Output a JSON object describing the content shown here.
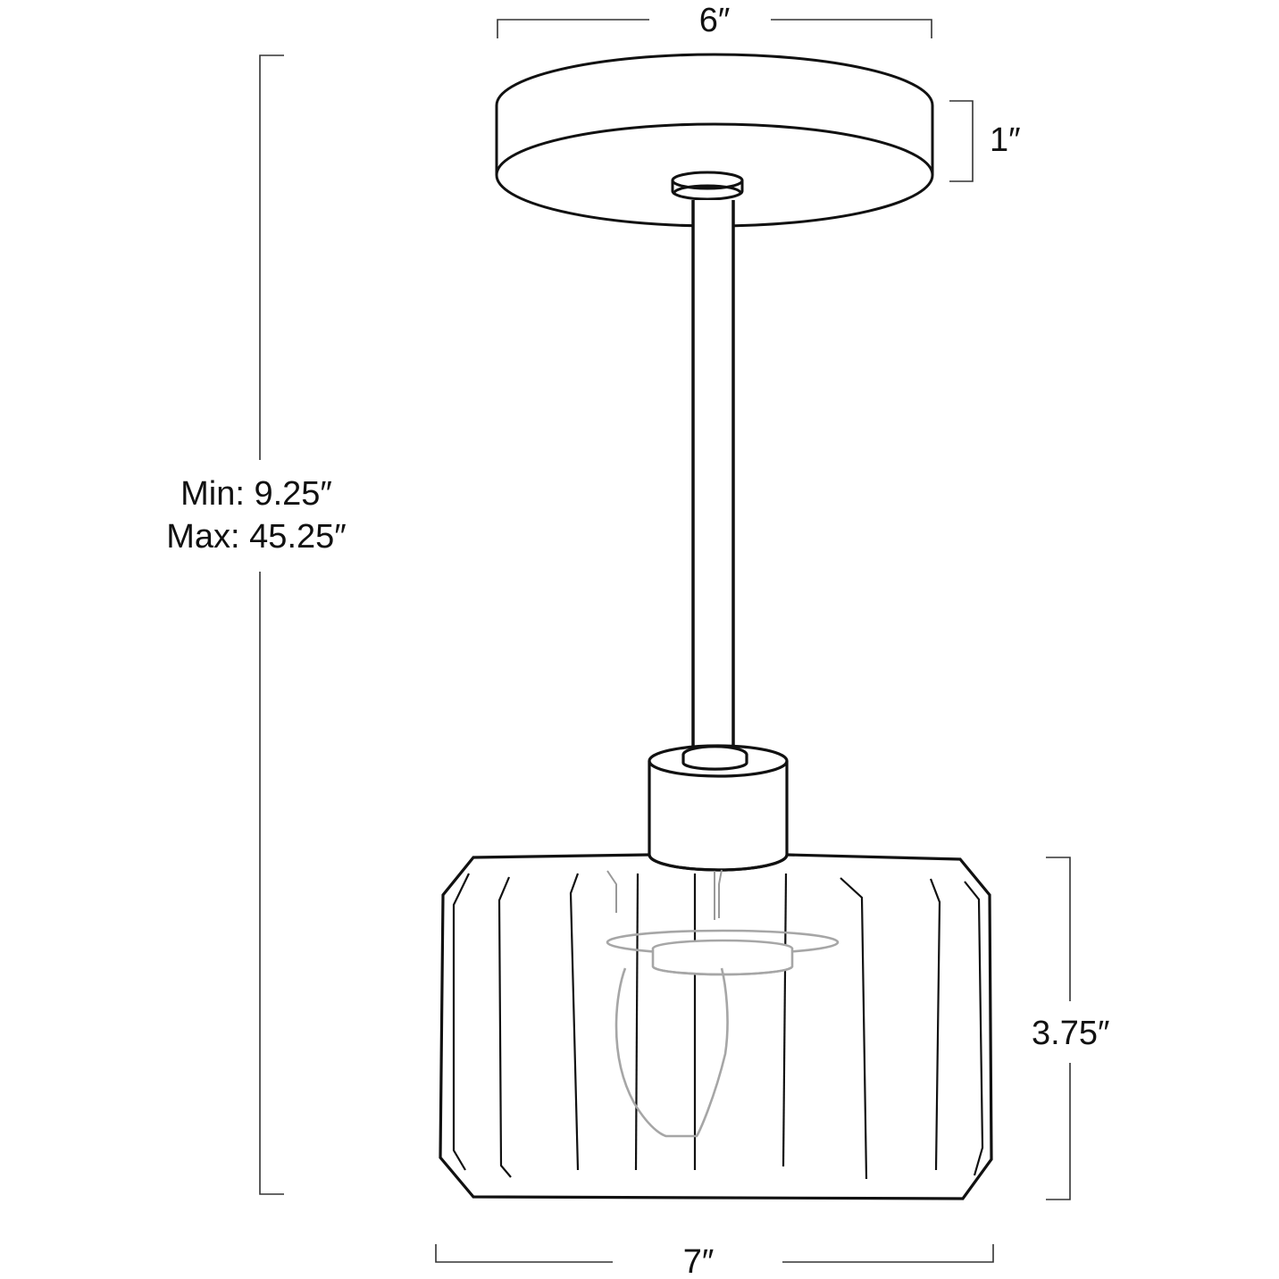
{
  "diagram": {
    "subject": "pendant light fixture dimension drawing",
    "colors": {
      "outline": "#111111",
      "dimension_line": "#333333",
      "bulb": "#a6a6a6",
      "background": "#ffffff"
    },
    "dimensions": {
      "canopy_width": "6″",
      "canopy_height": "1″",
      "overall_height_min": "Min: 9.25″",
      "overall_height_max": "Max: 45.25″",
      "shade_height": "3.75″",
      "shade_width": "7″"
    },
    "components": [
      "canopy",
      "stem",
      "socket-cap",
      "ribbed-glass-shade",
      "bulb"
    ]
  }
}
